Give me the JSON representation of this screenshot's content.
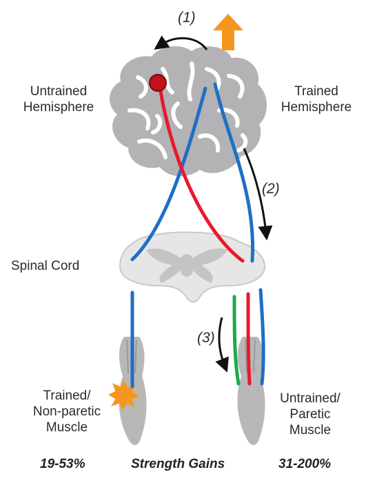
{
  "labels": {
    "untrained_hemisphere": [
      "Untrained",
      "Hemisphere"
    ],
    "trained_hemisphere": [
      "Trained",
      "Hemisphere"
    ],
    "spinal_cord": "Spinal Cord",
    "trained_muscle": [
      "Trained/",
      "Non-paretic",
      "Muscle"
    ],
    "untrained_muscle": [
      "Untrained/",
      "Paretic",
      "Muscle"
    ]
  },
  "steps": {
    "step1": "(1)",
    "step2": "(2)",
    "step3": "(3)"
  },
  "bottom": {
    "left_value": "19-53%",
    "caption": "Strength Gains",
    "right_value": "31-200%"
  },
  "colors": {
    "blue_pathway": "#1f6fc5",
    "red_pathway": "#e8192c",
    "green_pathway": "#1fa84a",
    "orange_arrow": "#f5961e",
    "brain_gray": "#b3b3b5",
    "cord_gray": "#e6e6e6",
    "cord_inner": "#c4c4c4",
    "muscle_gray": "#b8b8b8",
    "red_node": "#c1121c"
  }
}
